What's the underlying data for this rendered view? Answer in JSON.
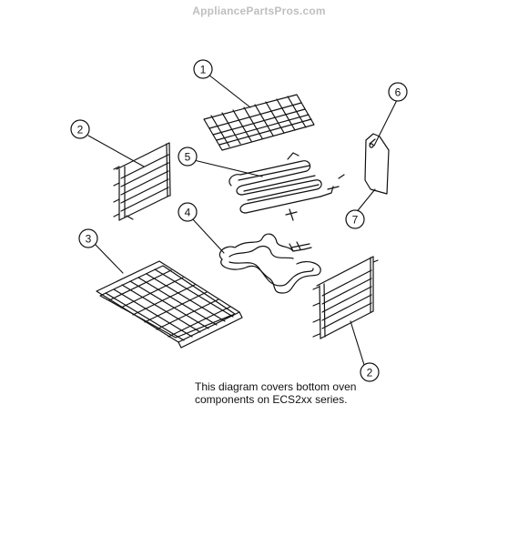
{
  "watermark": "AppliancePartsPros.com",
  "caption": {
    "line1": "This diagram covers bottom oven",
    "line2": "components on ECS2xx series."
  },
  "callouts": [
    "1",
    "2",
    "3",
    "4",
    "5",
    "6",
    "7",
    "2"
  ],
  "colors": {
    "line": "#111111",
    "watermark": "#bfbfbf",
    "background": "#ffffff"
  }
}
